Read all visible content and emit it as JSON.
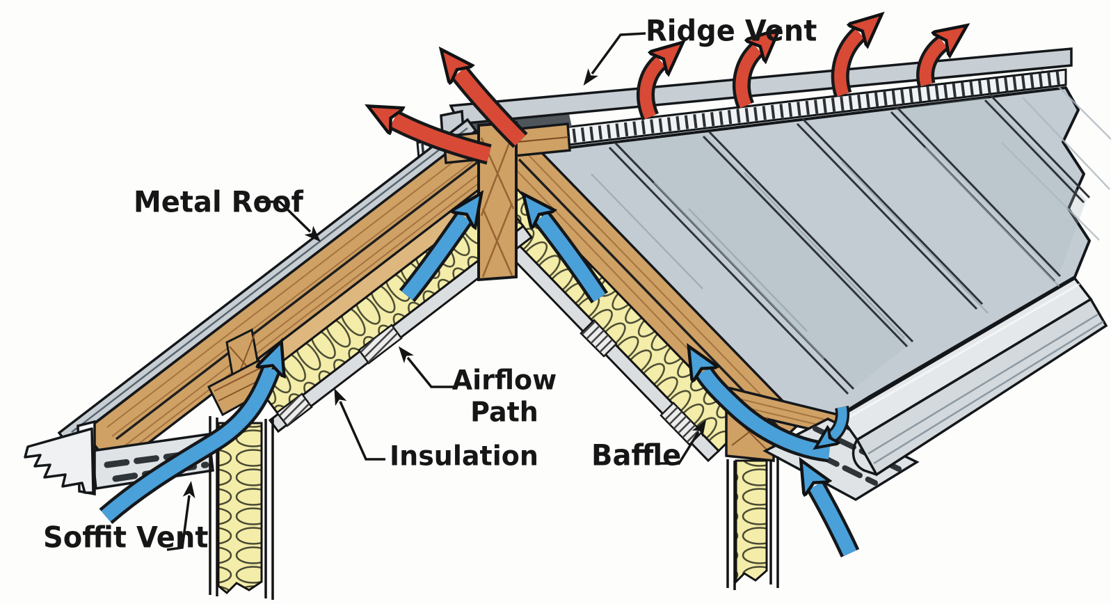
{
  "diagram": {
    "labels": {
      "ridge_vent": "Ridge Vent",
      "metal_roof": "Metal Roof",
      "airflow_path": "Airflow\nPath",
      "insulation": "Insulation",
      "baffle": "Baffle",
      "soffit_vent": "Soffit Vent"
    },
    "colors": {
      "background": "#fdfdfb",
      "metal_panel": "#c3ccd3",
      "metal_panel_shade": "#aab6c0",
      "ridge_cap": "#c7ced4",
      "wood": "#cfa165",
      "wood_light": "#ddb77e",
      "insulation_fill": "#f3eda9",
      "ceiling_gray": "#dadee1",
      "hot_air_arrow": "#d84a35",
      "cool_air_arrow": "#4aa0d8",
      "outline": "#161616"
    }
  }
}
